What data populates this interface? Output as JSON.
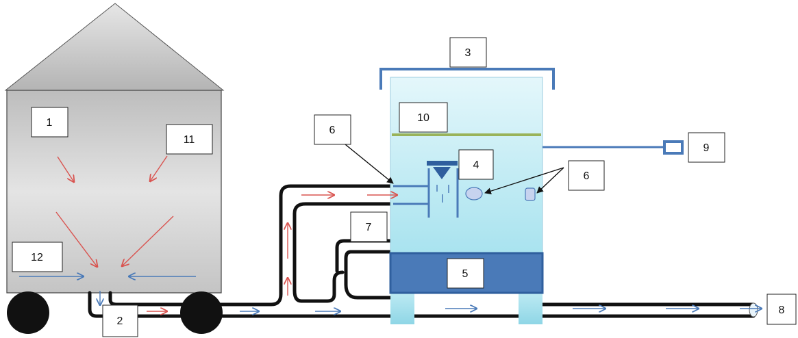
{
  "labels": {
    "l1": "1",
    "l2": "2",
    "l3": "3",
    "l4": "4",
    "l5": "5",
    "l6a": "6",
    "l6b": "6",
    "l7": "7",
    "l8": "8",
    "l9": "9",
    "l10": "10",
    "l11": "11",
    "l12": "12"
  },
  "colors": {
    "house_fill": "#d0d0d0",
    "roof_fill": "#bdbdbd",
    "tank_fill": "#c8eef6",
    "base_fill": "#4a7ab8",
    "filter_line": "#99b35a",
    "lid_stroke": "#4a7ab8",
    "pipe": "#111111",
    "arrow_red": "#d9534f",
    "arrow_blue": "#4a7ab8"
  }
}
